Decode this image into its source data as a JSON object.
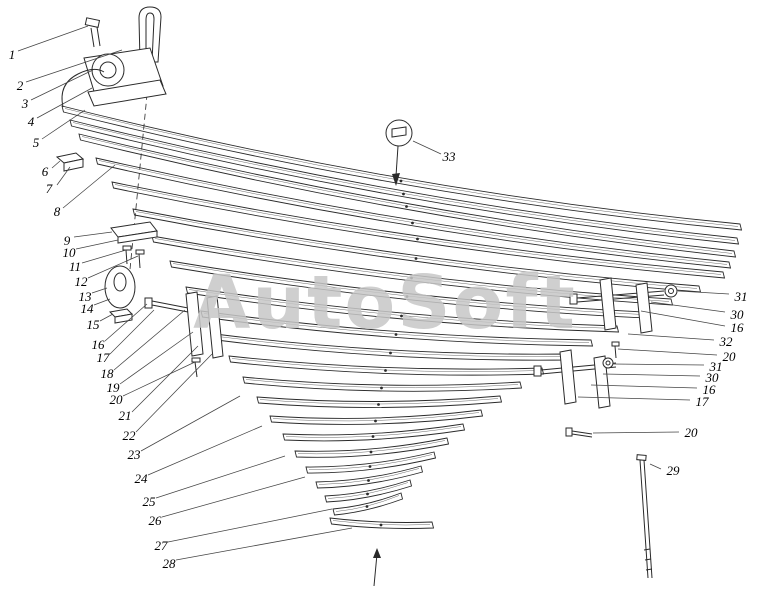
{
  "watermark": "AutoSoft",
  "colors": {
    "background": "#ffffff",
    "line": "#2a2a2a",
    "leader": "#444444",
    "label": "#000000",
    "watermark": "#c7c7c7"
  },
  "callouts": {
    "labels": [
      "1",
      "2",
      "3",
      "4",
      "5",
      "6",
      "7",
      "8",
      "9",
      "10",
      "11",
      "12",
      "13",
      "14",
      "15",
      "16",
      "17",
      "18",
      "19",
      "20",
      "21",
      "22",
      "23",
      "24",
      "25",
      "26",
      "27",
      "28",
      "33",
      "31",
      "30",
      "16",
      "32",
      "20",
      "31",
      "30",
      "16",
      "17",
      "20",
      "29"
    ]
  }
}
